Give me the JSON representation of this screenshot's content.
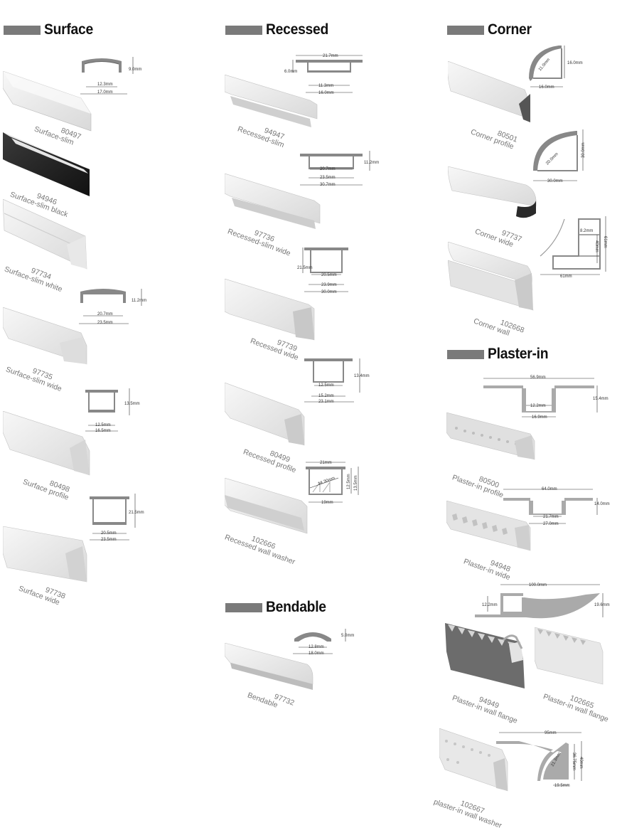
{
  "sections": {
    "surface": "Surface",
    "recessed": "Recessed",
    "corner": "Corner",
    "bendable": "Bendable",
    "plaster": "Plaster-in"
  },
  "products": {
    "p80497": {
      "code": "80497",
      "name": "Surface-slim"
    },
    "p94946": {
      "code": "94946",
      "name": "Surface-slim black"
    },
    "p97734": {
      "code": "97734",
      "name": "Surface-slim white"
    },
    "p97735": {
      "code": "97735",
      "name": "Surface-slim wide"
    },
    "p80498": {
      "code": "80498",
      "name": "Surface profile"
    },
    "p97738": {
      "code": "97738",
      "name": "Surface wide"
    },
    "p94947": {
      "code": "94947",
      "name": "Recessed-slim"
    },
    "p97736": {
      "code": "97736",
      "name": "Recessed-slim wide"
    },
    "p97739": {
      "code": "97739",
      "name": "Recessed wide"
    },
    "p80499": {
      "code": "80499",
      "name": "Recessed profile"
    },
    "p102666": {
      "code": "102666",
      "name": "Recessed wall washer"
    },
    "p97732": {
      "code": "97732",
      "name": "Bendable"
    },
    "p80501": {
      "code": "80501",
      "name": "Corner profile"
    },
    "p97737": {
      "code": "97737",
      "name": "Corner wide"
    },
    "p102668": {
      "code": "102668",
      "name": "Corner wall"
    },
    "p80500": {
      "code": "80500",
      "name": "Plaster-in profile"
    },
    "p94948": {
      "code": "94948",
      "name": "Plaster-in wide"
    },
    "p94949": {
      "code": "94949",
      "name": "Plaster-in wall flange"
    },
    "p102665": {
      "code": "102665",
      "name": "Plaster-in wall flange"
    },
    "p102667": {
      "code": "102667",
      "name": "plaster-in wall washer"
    }
  },
  "dims": {
    "d80497": [
      "9.0mm",
      "12.3mm",
      "17.0mm"
    ],
    "d97735": [
      "11.2mm",
      "20.7mm",
      "23.5mm"
    ],
    "d80498": [
      "13.5mm",
      "12.5mm",
      "16.5mm"
    ],
    "d97738": [
      "21.5mm",
      "20.5mm",
      "23.5mm"
    ],
    "d94947": [
      "21.7mm",
      "6.0mm",
      "11.3mm",
      "16.0mm"
    ],
    "d97736": [
      "11.2mm",
      "20.7mm",
      "23.5mm",
      "30.7mm"
    ],
    "d97739": [
      "21.5mm",
      "20.5mm",
      "23.9mm",
      "30.0mm"
    ],
    "d80499": [
      "13.4mm",
      "12.5mm",
      "15.2mm",
      "23.1mm"
    ],
    "d102666": [
      "21mm",
      "14.30mm",
      "12.5mm",
      "13.5mm",
      "19mm"
    ],
    "d97732": [
      "5.0mm",
      "12.8mm",
      "18.0mm"
    ],
    "d80501": [
      "16.0mm",
      "11.0mm",
      "16.0mm"
    ],
    "d97737": [
      "30.0mm",
      "20.0mm",
      "30.0mm"
    ],
    "d102668": [
      "61mm",
      "40mm",
      "8.2mm",
      "61mm"
    ],
    "d80500": [
      "56.9mm",
      "15.4mm",
      "12.2mm",
      "16.9mm"
    ],
    "d94948": [
      "64.0mm",
      "14.0mm",
      "21.7mm",
      "27.0mm"
    ],
    "d94949": [
      "100.0mm",
      "12.2mm",
      "19.6mm"
    ],
    "d102667": [
      "95mm",
      "21.3mm",
      "36.75mm",
      "40mm",
      "19.5mm"
    ]
  }
}
